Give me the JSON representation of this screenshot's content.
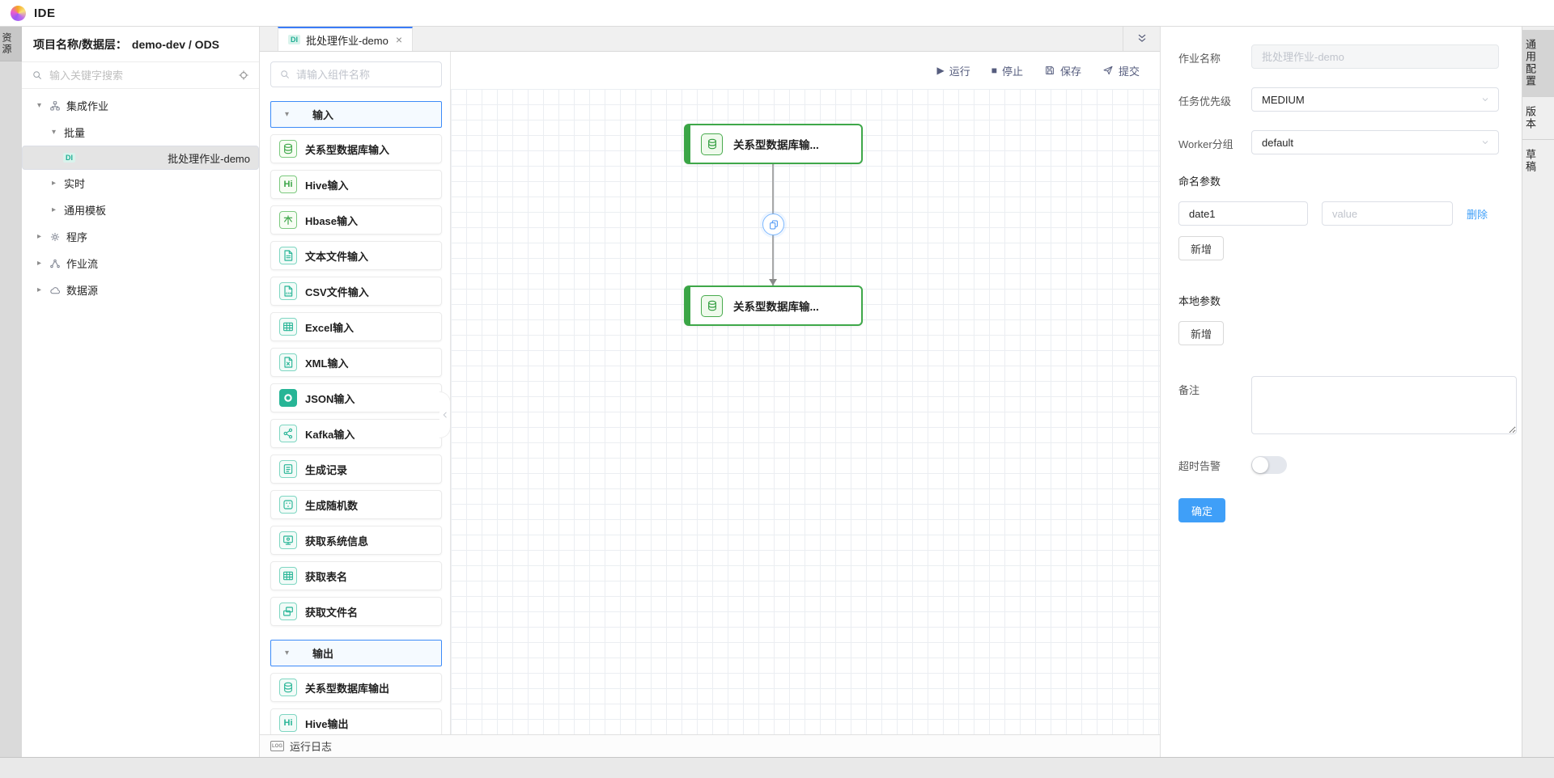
{
  "app": {
    "brand": "IDE"
  },
  "left_rail": {
    "resources_tab": "资源"
  },
  "explorer": {
    "title_label": "项目名称/数据层：",
    "title_value": "demo-dev / ODS",
    "search_placeholder": "输入关键字搜索",
    "tree": {
      "integration": "集成作业",
      "batch": "批量",
      "job": "批处理作业-demo",
      "job_badge": "DI",
      "realtime": "实时",
      "template": "通用模板",
      "program": "程序",
      "workflow": "作业流",
      "datasource": "数据源"
    }
  },
  "editor": {
    "tab": {
      "badge": "DI",
      "title": "批处理作业-demo",
      "close": "×"
    },
    "toolbar": {
      "run": "运行",
      "stop": "停止",
      "save": "保存",
      "submit": "提交"
    },
    "log_bar": "运行日志",
    "log_icon_text": "LOG"
  },
  "palette": {
    "search_placeholder": "请输入组件名称",
    "input_section": "输入",
    "output_section": "输出",
    "hive_glyph": "Hi",
    "inputs": [
      "关系型数据库输入",
      "Hive输入",
      "Hbase输入",
      "文本文件输入",
      "CSV文件输入",
      "Excel输入",
      "XML输入",
      "JSON输入",
      "Kafka输入",
      "生成记录",
      "生成随机数",
      "获取系统信息",
      "获取表名",
      "获取文件名"
    ],
    "outputs": [
      "关系型数据库输出",
      "Hive输出"
    ]
  },
  "canvas": {
    "node1": "关系型数据库输...",
    "node2": "关系型数据库输..."
  },
  "inspector": {
    "job_name_label": "作业名称",
    "job_name_placeholder": "批处理作业-demo",
    "priority_label": "任务优先级",
    "priority_value": "MEDIUM",
    "worker_label": "Worker分组",
    "worker_value": "default",
    "named_params_label": "命名参数",
    "param_key_value": "date1",
    "param_value_placeholder": "value",
    "delete_link": "删除",
    "add_button": "新增",
    "local_params_label": "本地参数",
    "local_add_button": "新增",
    "remark_label": "备注",
    "timeout_label": "超时告警",
    "ok_button": "确定"
  },
  "right_rail": {
    "tabs": [
      "通用配置",
      "版本",
      "草稿"
    ]
  },
  "colors": {
    "accent_blue": "#3f9ff8",
    "green": "#3aa546",
    "teal": "#27b596",
    "node_green": "#3fa84a"
  }
}
